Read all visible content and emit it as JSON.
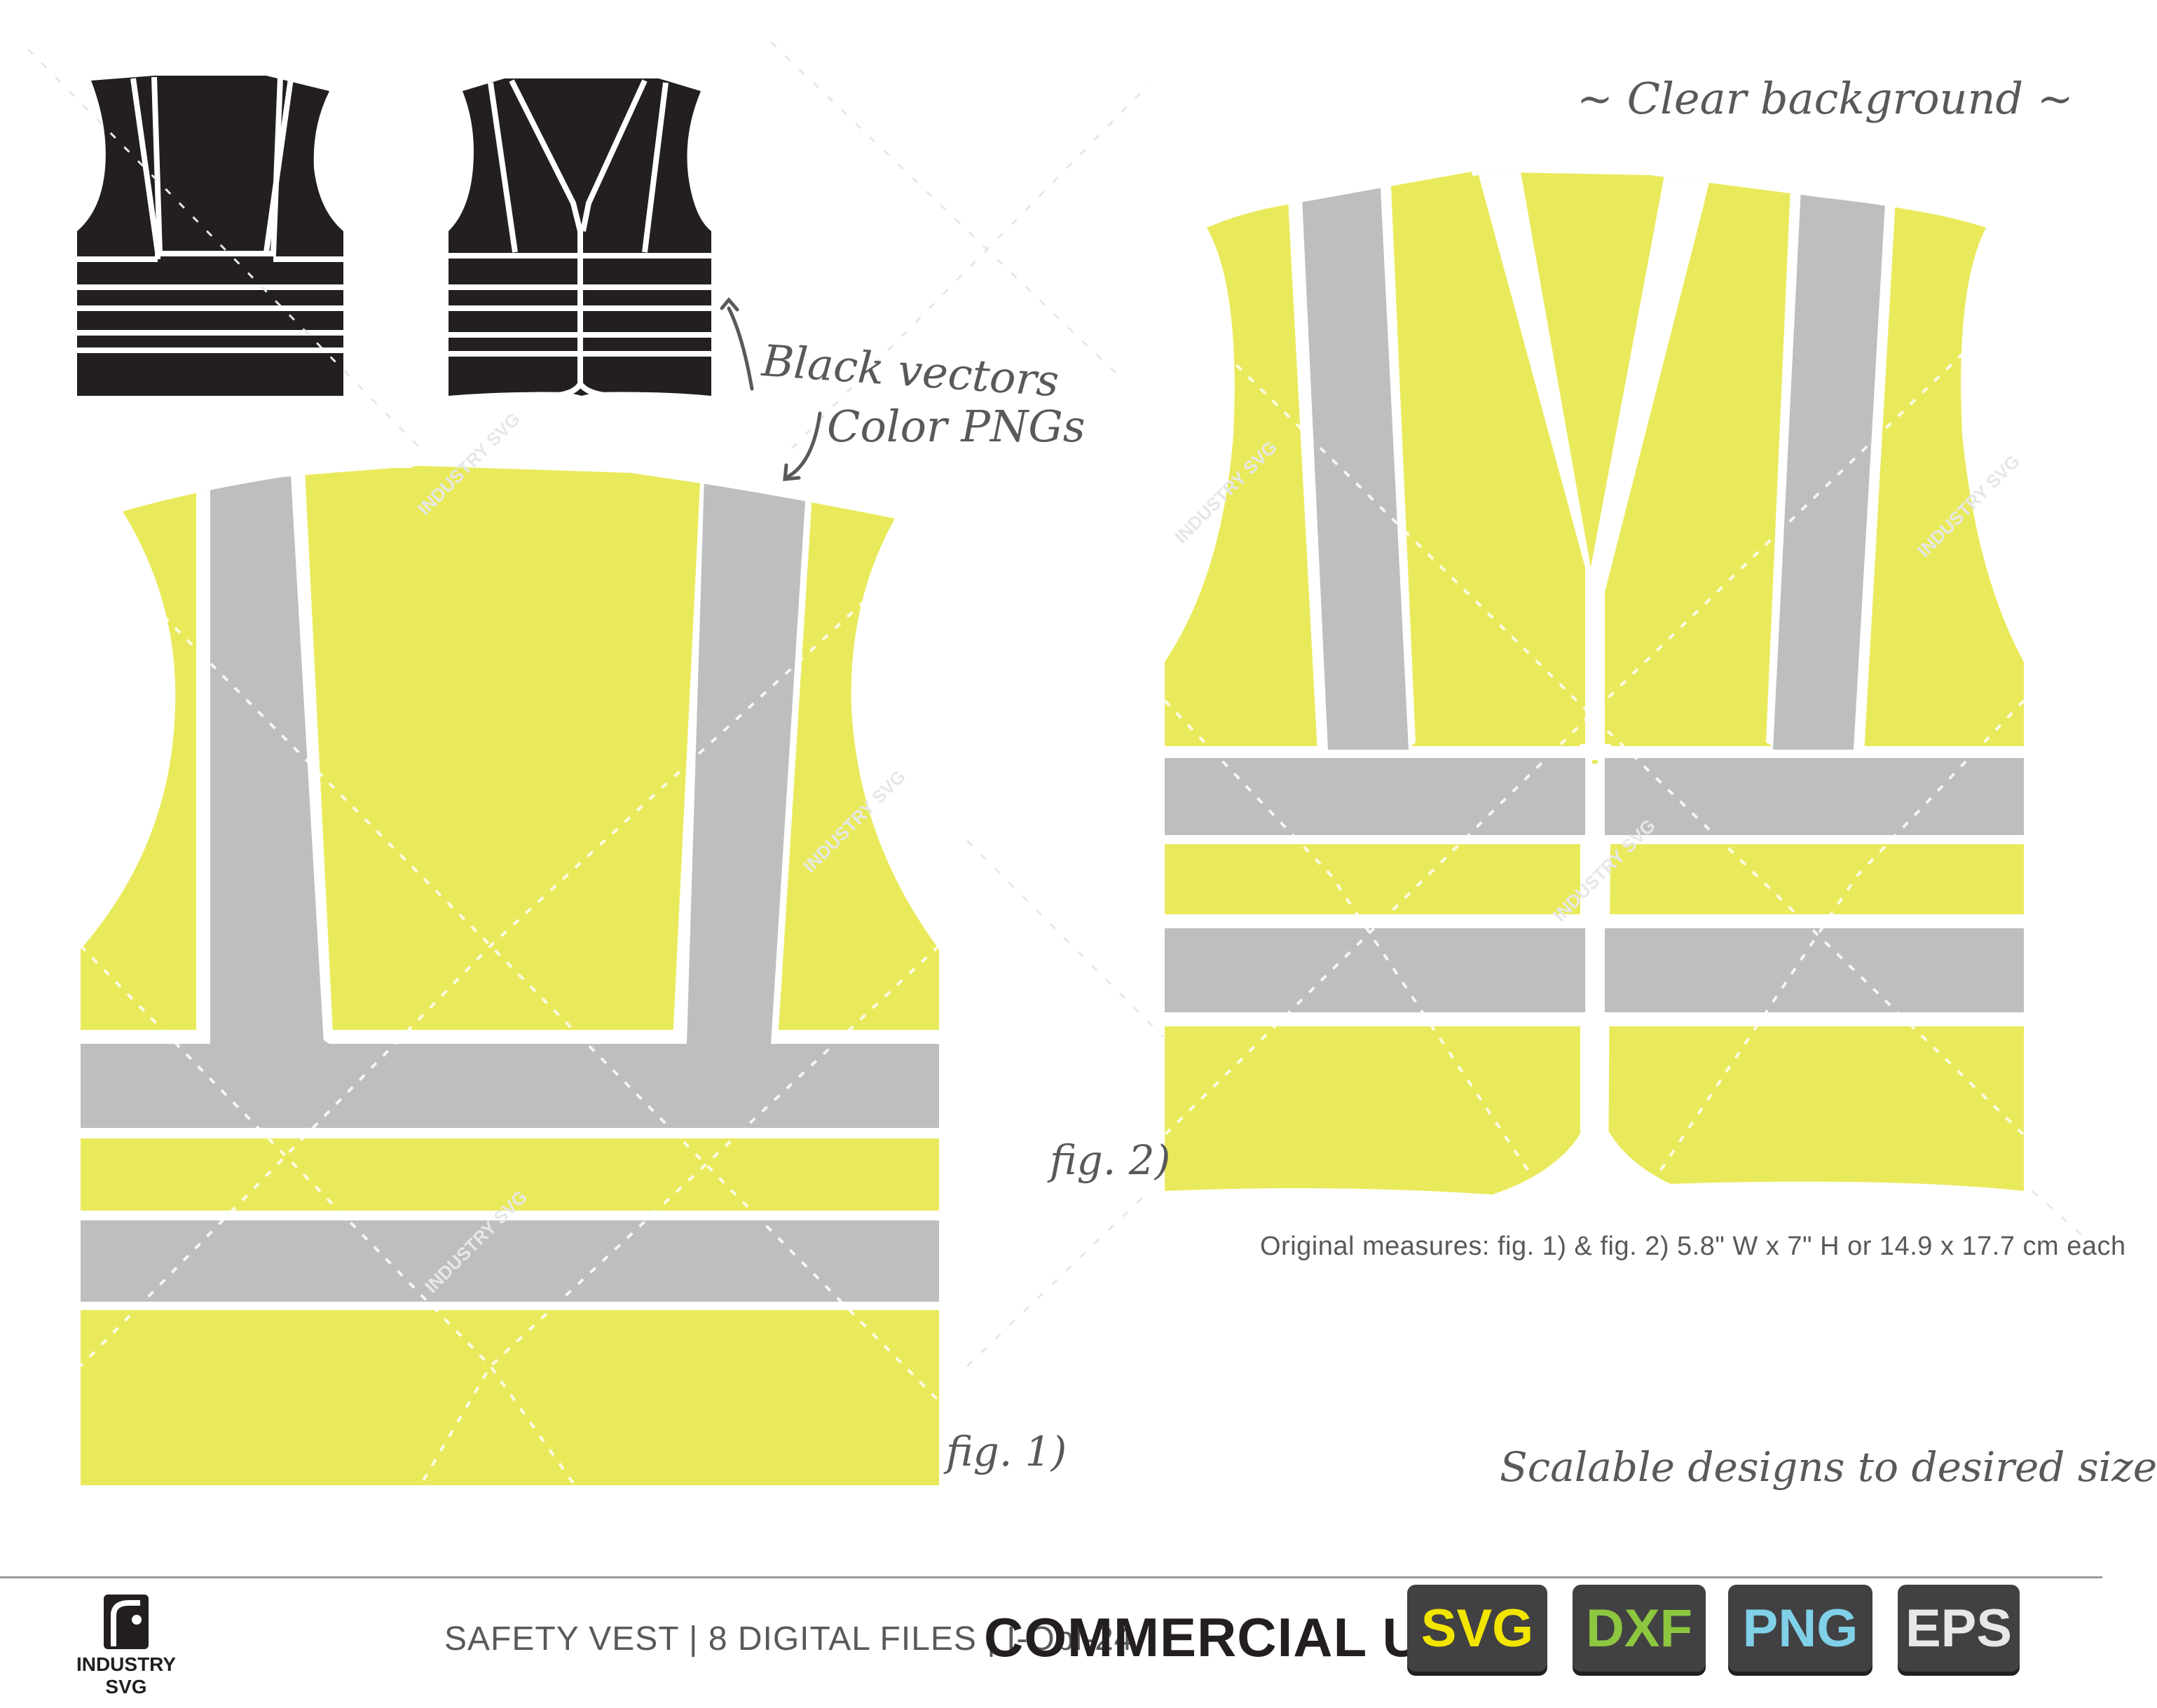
{
  "captions": {
    "clear_background": "~ Clear background ~",
    "black_vectors": "Black vectors",
    "color_pngs": "Color PNGs",
    "fig1": "fig. 1)",
    "fig2": "fig. 2)",
    "measures": "Original measures: fig. 1) & fig. 2) 5.8\" W x 7\" H or 14.9 x 17.7 cm each",
    "scalable": "Scalable designs to desired size"
  },
  "watermark": "INDUSTRY SVG",
  "footer": {
    "logo_line1": "INDUSTRY",
    "logo_line2": "SVG",
    "product_info": "SAFETY VEST | 8 DIGITAL FILES | I-Obl-24",
    "license": "COMMERCIAL USE",
    "formats": [
      {
        "label": "SVG",
        "color": "#f2e500"
      },
      {
        "label": "DXF",
        "color": "#8dc63f"
      },
      {
        "label": "PNG",
        "color": "#7fd0e8"
      },
      {
        "label": "EPS",
        "color": "#e6e7e8"
      }
    ]
  },
  "colors": {
    "vest_yellow": "#e9ea5b",
    "reflective_grey": "#bcbec0",
    "vector_black": "#231f20",
    "text_grey": "#58595b"
  }
}
